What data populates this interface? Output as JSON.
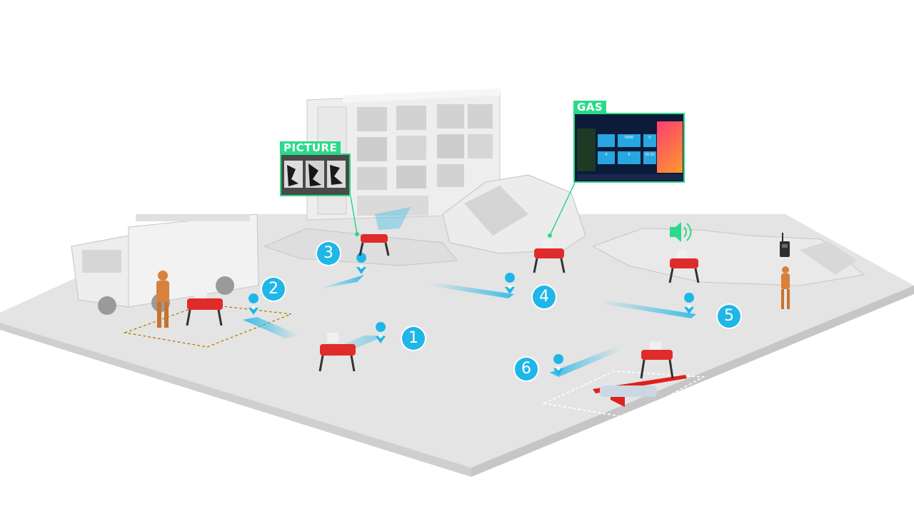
{
  "markers": [
    {
      "label": "1"
    },
    {
      "label": "2"
    },
    {
      "label": "3"
    },
    {
      "label": "4"
    },
    {
      "label": "5"
    },
    {
      "label": "6"
    }
  ],
  "callouts": {
    "picture": {
      "label": "PICTURE"
    },
    "gas": {
      "label": "GAS",
      "screen_readings": [
        "5000",
        "0",
        "0",
        "0",
        "20.91"
      ]
    }
  },
  "colors": {
    "accent_blue": "#1fb6e8",
    "callout_green": "#2bd98a",
    "ground": "#e3e3e3",
    "robot_red": "#e02b2b",
    "worker_orange": "#d9803a"
  },
  "icons": [
    "location-pin-icon",
    "speaker-icon",
    "walkie-talkie-icon"
  ]
}
